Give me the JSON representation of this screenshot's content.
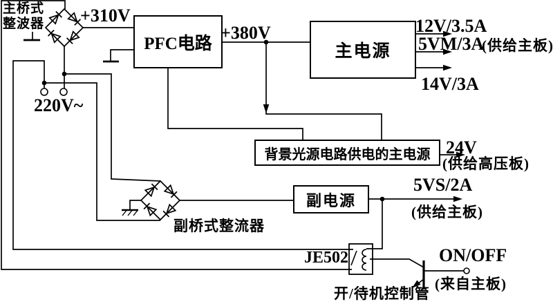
{
  "colors": {
    "wire": "#000000",
    "background": "#ffffff",
    "text": "#000000"
  },
  "blocks": {
    "pfc": {
      "label": "PFC电路"
    },
    "main_power": {
      "label": "主电源"
    },
    "backlight_power": {
      "label": "背景光源电路供电的主电源"
    },
    "aux_power": {
      "label": "副电源"
    }
  },
  "labels": {
    "bridge_main_line1": "主桥式",
    "bridge_main_line2": "整波器",
    "v310": "+310V",
    "v380": "+380V",
    "mains": "220V~",
    "bridge_aux": "副桥式整流器",
    "relay": "JE502",
    "transistor": "开/待机控制管",
    "onoff": "ON/OFF",
    "onoff_source": "(来自主板)"
  },
  "outputs": {
    "rail_12v": "12V/3.5A",
    "rail_5vm": "5VM/3A",
    "rail_5vm_note": "(供给主板)",
    "rail_14v": "14V/3A",
    "rail_24v": "24V",
    "rail_24v_note": "(供给高压板)",
    "rail_5vs": "5VS/2A",
    "rail_5vs_note": "(供给主板)"
  },
  "symbols": [
    "main-bridge-rectifier-icon",
    "aux-bridge-rectifier-icon",
    "chassis-ground-icon",
    "relay-icon",
    "transistor-icon",
    "ac-plug-terminal",
    "junction-dot",
    "arrowhead"
  ]
}
